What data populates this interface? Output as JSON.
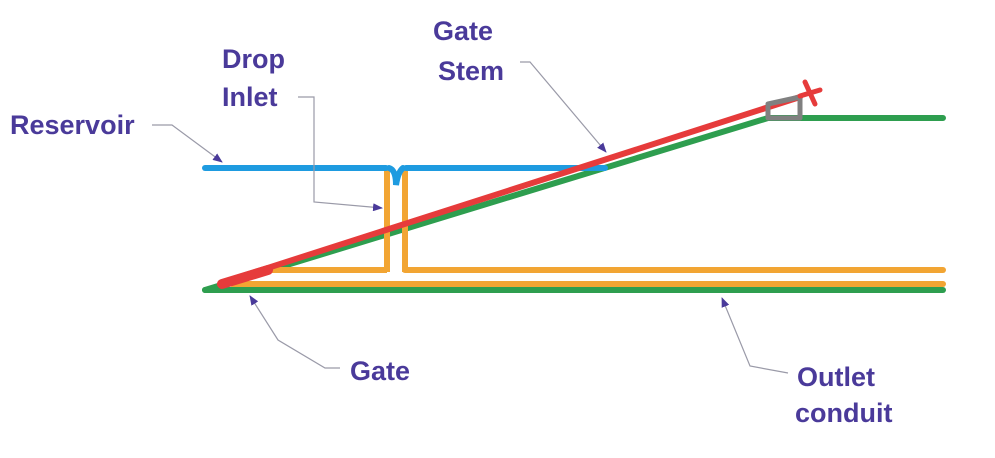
{
  "labels": {
    "reservoir": "Reservoir",
    "drop_inlet_1": "Drop",
    "drop_inlet_2": "Inlet",
    "gate_stem_1": "Gate",
    "gate_stem_2": "Stem",
    "gate": "Gate",
    "outlet_1": "Outlet",
    "outlet_2": "conduit"
  },
  "colors": {
    "label": "#4a3a9a",
    "reservoir": "#1e9be0",
    "pipe": "#f2a533",
    "embankment": "#2e9e4f",
    "stem": "#e63b3b",
    "support": "#808080",
    "leader": "#9a9aa8"
  }
}
